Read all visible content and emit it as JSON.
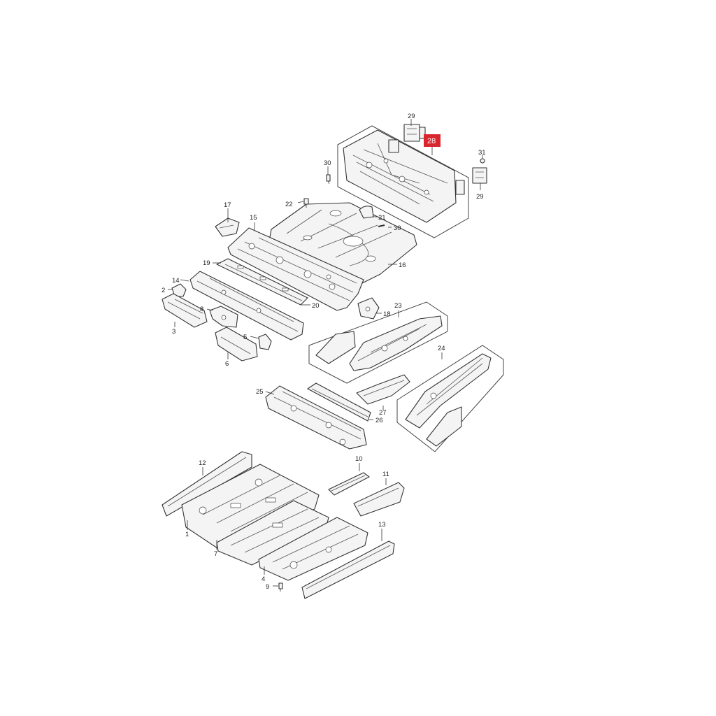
{
  "diagram": {
    "highlighted_callout": "28",
    "callouts": {
      "c1": "1",
      "c2": "2",
      "c3": "3",
      "c4": "4",
      "c5": "5",
      "c6": "6",
      "c7": "7",
      "c8": "8",
      "c9": "9",
      "c10": "10",
      "c11": "11",
      "c12": "12",
      "c13": "13",
      "c14": "14",
      "c15": "15",
      "c16": "16",
      "c17": "17",
      "c18": "18",
      "c19": "19",
      "c20": "20",
      "c21": "21",
      "c22": "22",
      "c23": "23",
      "c24": "24",
      "c25": "25",
      "c26": "26",
      "c27": "27",
      "c28": "28",
      "c29a": "29",
      "c29b": "29",
      "c30a": "30",
      "c30b": "30",
      "c31": "31"
    },
    "colors": {
      "highlight": "#d9262e",
      "line": "#333333"
    }
  }
}
